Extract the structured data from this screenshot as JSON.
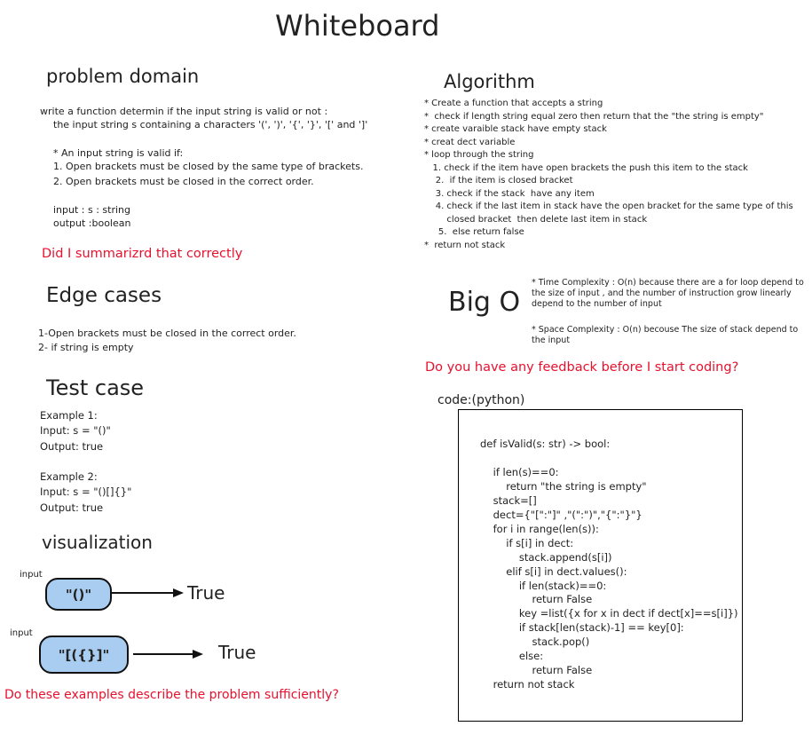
{
  "title": "Whiteboard",
  "problem_domain": {
    "heading": "problem domain",
    "line1": "write a function determin if the input string is valid or not :",
    "line2": "the input string s containing a characters '(', ')', '{', '}', '[' and ']'",
    "line3": "* An input string is valid if:",
    "line4": "1. Open brackets must be closed by the same type of brackets.",
    "line5": "2. Open brackets must be closed in the correct order.",
    "line6": "input : s : string",
    "line7": "output :boolean",
    "question": "Did I summarizrd that correctly"
  },
  "edge_cases": {
    "heading": "Edge cases",
    "line1": "1-Open brackets must be closed in the correct order.",
    "line2": "2- if string is empty"
  },
  "test_case": {
    "heading": "Test case",
    "ex1_title": "Example 1:",
    "ex1_input": "Input: s = \"()\"",
    "ex1_output": "Output: true",
    "ex2_title": "Example 2:",
    "ex2_input": "Input: s = \"()[]{}\"",
    "ex2_output": "Output: true"
  },
  "visualization": {
    "heading": "visualization",
    "input_label_1": "input",
    "pill_1": "\"()\"",
    "result_1": "True",
    "input_label_2": "input",
    "pill_2": "\"[({}]\"",
    "result_2": "True",
    "question": "Do these examples describe the problem sufficiently?"
  },
  "algorithm": {
    "heading": "Algorithm",
    "lines": [
      "* Create a function that accepts a string",
      "*  check if length string equal zero then return that the \"the string is empty\"",
      "* create varaible stack have empty stack",
      "* creat dect variable",
      "* loop through the string",
      "   1. check if the item have open brackets the push this item to the stack",
      "    2.  if the item is closed bracket",
      "    3. check if the stack  have any item",
      "    4. check if the last item in stack have the open bracket for the same type of this",
      "        closed bracket  then delete last item in stack",
      "     5.  else return false",
      "*  return not stack"
    ]
  },
  "big_o": {
    "label": "Big O",
    "time": "* Time Complexity : O(n)  because there are a for loop depend to the size of input , and the number of instruction grow linearly depend to the number of input",
    "space": "* Space Complexity : O(n) becouse The size of stack  depend to the input",
    "question": "Do you have any feedback before I start coding?"
  },
  "code": {
    "heading": "code:(python)",
    "lines": [
      "def isValid(s: str) -> bool:",
      "",
      "    if len(s)==0:",
      "        return \"the string is empty\"",
      "    stack=[]",
      "    dect={\"[\":\"]\" ,\"(\":\")\",\"{\":\"}\"}",
      "    for i in range(len(s)):",
      "        if s[i] in dect:",
      "            stack.append(s[i])",
      "        elif s[i] in dect.values():",
      "            if len(stack)==0:",
      "                return False",
      "            key =list({x for x in dect if dect[x]==s[i]})",
      "            if stack[len(stack)-1] == key[0]:",
      "                stack.pop()",
      "            else:",
      "                return False",
      "    return not stack"
    ]
  }
}
